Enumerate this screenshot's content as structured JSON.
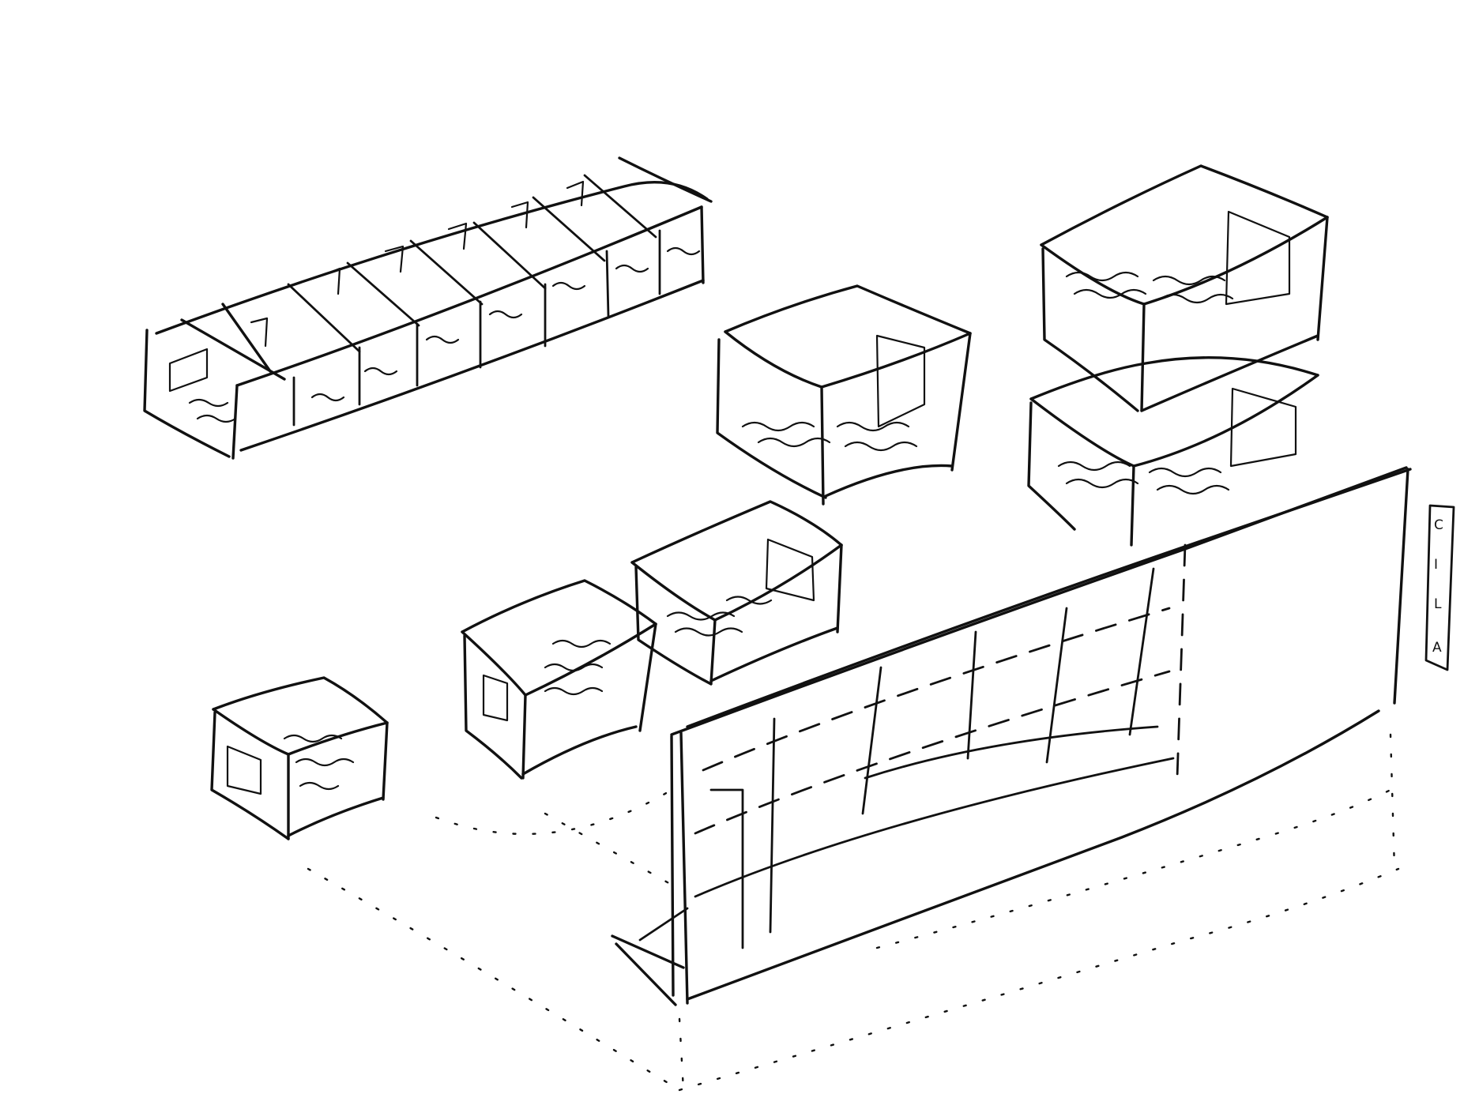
{
  "canvas": {
    "background": "#ffffff",
    "ink": "#111111"
  },
  "side_label": {
    "letters": [
      "C",
      "I",
      "L",
      "A"
    ]
  }
}
